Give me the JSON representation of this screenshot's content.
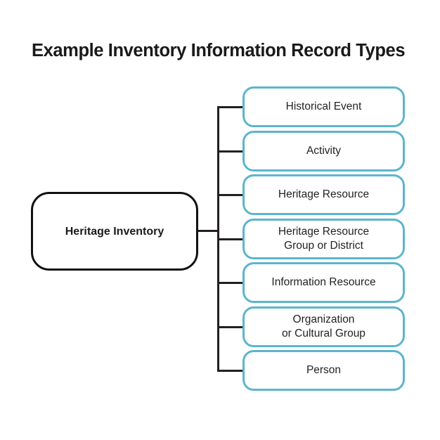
{
  "title": "Example Inventory Information Record Types",
  "colors": {
    "background": "#ffffff",
    "title_text": "#1a1a1a",
    "root_border": "#111111",
    "child_border": "#5bb5ce",
    "connector_line": "#231f20",
    "node_text": "#231f20"
  },
  "root": {
    "label": "Heritage Inventory"
  },
  "children": [
    {
      "label": "Historical Event"
    },
    {
      "label": "Activity"
    },
    {
      "label": "Heritage Resource"
    },
    {
      "label": "Heritage Resource\nGroup or District"
    },
    {
      "label": "Information Resource"
    },
    {
      "label": "Organization\nor Cultural Group"
    },
    {
      "label": "Person"
    }
  ]
}
